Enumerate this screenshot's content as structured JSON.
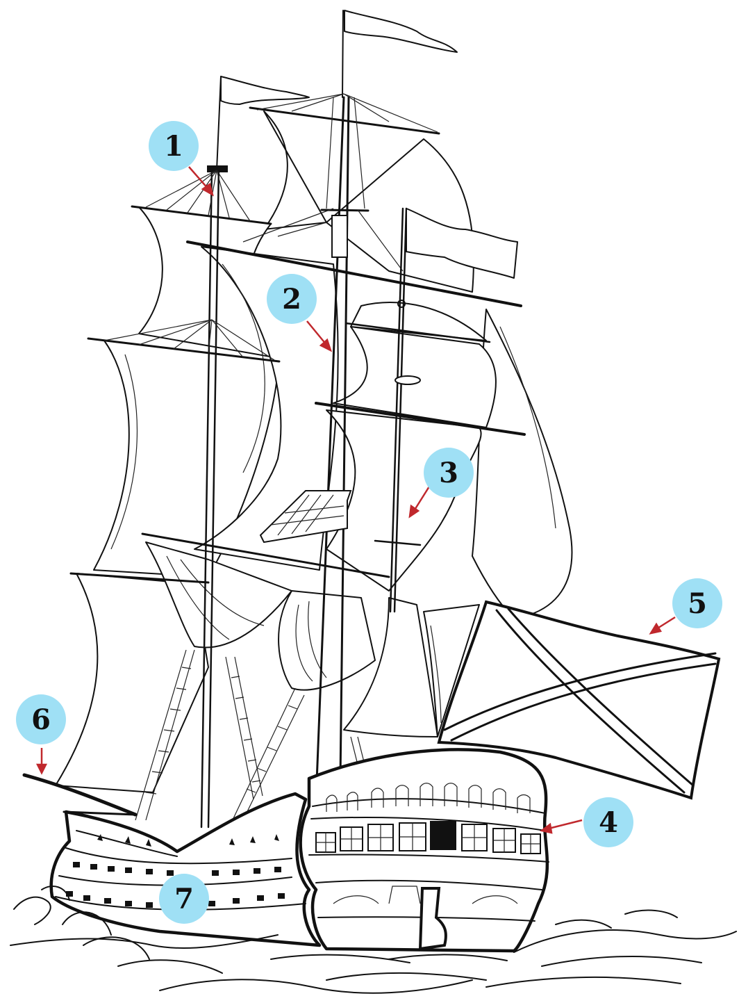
{
  "callouts": [
    {
      "label": "1",
      "badge": "callout-1"
    },
    {
      "label": "2",
      "badge": "callout-2"
    },
    {
      "label": "3",
      "badge": "callout-3"
    },
    {
      "label": "4",
      "badge": "callout-4"
    },
    {
      "label": "5",
      "badge": "callout-5"
    },
    {
      "label": "6",
      "badge": "callout-6"
    },
    {
      "label": "7",
      "badge": "callout-7"
    }
  ],
  "colors": {
    "badge_fill": "#9fe0f5",
    "arrow": "#c0282d",
    "ink": "#111111",
    "background": "#ffffff"
  }
}
